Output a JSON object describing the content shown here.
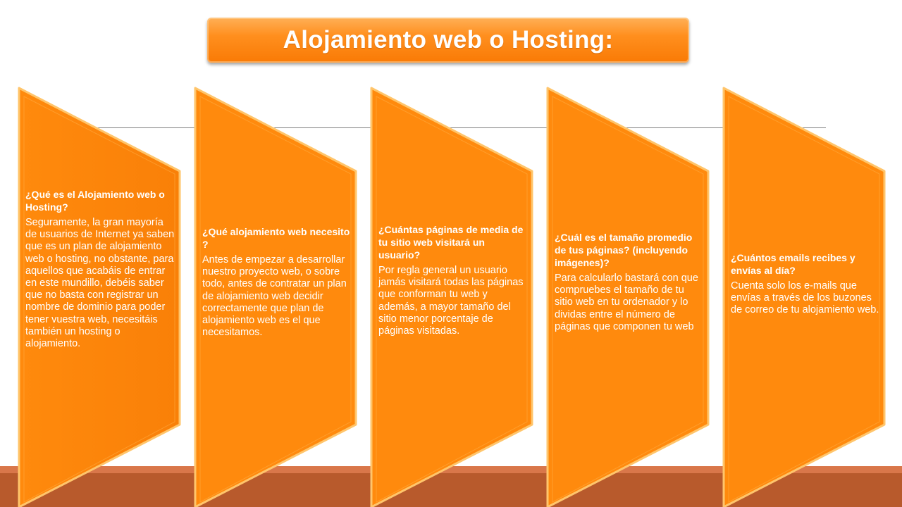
{
  "title": "Alojamiento web o Hosting:",
  "colors": {
    "shape_fill": "#ff8a0d",
    "shape_border": "#ffc56b",
    "bottom_band": "#b85a2c",
    "title_text": "#ffffff"
  },
  "cards": [
    {
      "question": "¿Qué es el Alojamiento web o Hosting?",
      "answer": "Seguramente, la gran mayoría de usuarios de Internet ya saben que es un plan de alojamiento web o hosting, no obstante, para aquellos que acabáis de entrar en este mundillo, debéis saber que no basta con registrar un nombre de dominio para poder tener vuestra web, necesitáis también un hosting o alojamiento."
    },
    {
      "question": "¿Qué alojamiento web necesito ?",
      "answer": "Antes de empezar a desarrollar nuestro proyecto web, o sobre todo, antes de contratar un plan de alojamiento web decidir correctamente que plan de alojamiento web es el que necesitamos."
    },
    {
      "question": "¿Cuántas páginas de media de tu sitio web visitará un usuario?",
      "answer": "Por regla general un usuario jamás visitará todas las páginas que conforman tu web y además, a mayor tamaño del sitio menor porcentaje de páginas visitadas."
    },
    {
      "question": "¿Cuál es el tamaño promedio de tus páginas? (incluyendo imágenes)?",
      "answer": "Para calcularlo bastará con que compruebes el tamaño de tu sitio web en tu ordenador y lo dividas entre el número de páginas que componen tu web"
    },
    {
      "question": "¿Cuántos emails recibes y envías al día?",
      "answer": "Cuenta solo los e-mails que envías a través de los buzones de correo de tu alojamiento web."
    }
  ]
}
